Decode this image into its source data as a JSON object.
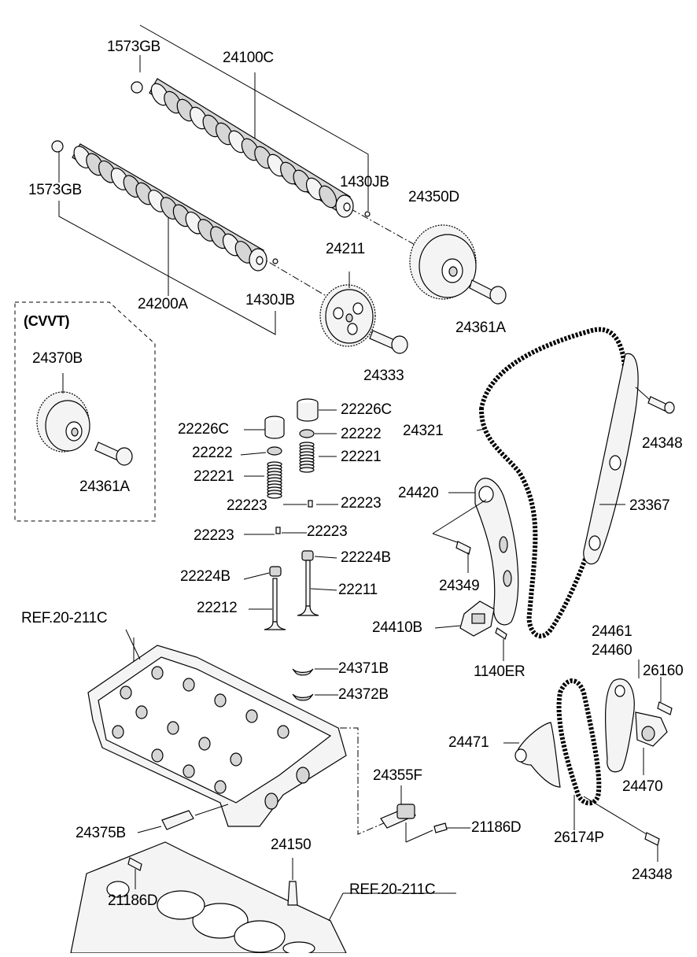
{
  "diagram": {
    "cvvt_box_title": "(CVVT)",
    "labels": {
      "l_1573gb_top": "1573GB",
      "l_24100c": "24100C",
      "l_1573gb_mid": "1573GB",
      "l_1430jb_top": "1430JB",
      "l_24350d": "24350D",
      "l_24211": "24211",
      "l_24200a": "24200A",
      "l_1430jb_bot": "1430JB",
      "l_24361a_top": "24361A",
      "l_24370b": "24370B",
      "l_24333": "24333",
      "l_24361a_cvvt": "24361A",
      "l_22226c_r": "22226C",
      "l_22226c_l": "22226C",
      "l_22222_r": "22222",
      "l_22222_l": "22222",
      "l_22221_r": "22221",
      "l_22221_l": "22221",
      "l_22223_a": "22223",
      "l_22223_b": "22223",
      "l_22223_c": "22223",
      "l_22223_d": "22223",
      "l_22224b_r": "22224B",
      "l_22224b_l": "22224B",
      "l_22211": "22211",
      "l_22212": "22212",
      "l_24321": "24321",
      "l_24348_top": "24348",
      "l_24420": "24420",
      "l_23367": "23367",
      "l_24349": "24349",
      "l_24410b": "24410B",
      "l_1140er": "1140ER",
      "l_ref_top": "REF.20-211C",
      "l_24371b": "24371B",
      "l_24372b": "24372B",
      "l_24461": "24461",
      "l_24460": "24460",
      "l_26160": "26160",
      "l_24471": "24471",
      "l_24470": "24470",
      "l_24355f": "24355F",
      "l_21186d_r": "21186D",
      "l_24375b": "24375B",
      "l_26174p": "26174P",
      "l_24150": "24150",
      "l_24348_bot": "24348",
      "l_21186d_l": "21186D",
      "l_ref_bot": "REF.20-211C"
    }
  }
}
